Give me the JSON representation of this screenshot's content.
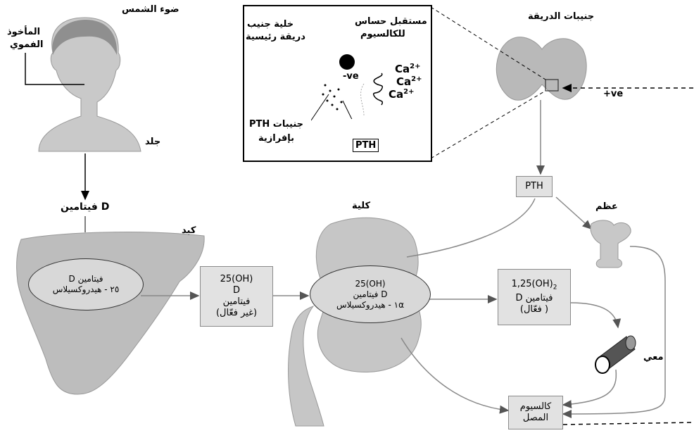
{
  "labels": {
    "sunlight": "ضوء الشمس",
    "oral_intake_1": "المأخوذ",
    "oral_intake_2": "الفموي",
    "skin": "جلد",
    "vitamin_d": "فيتامين D",
    "liver": "كبد",
    "kidney": "كلية",
    "parathyroid": "جنيبات الدريقة",
    "plus_ve": "+ve",
    "bone": "عظم",
    "intestine": "معي",
    "pth_box": "PTH"
  },
  "inset": {
    "chief_cell_1": "خلية جنيب",
    "chief_cell_2": "دريقة رئيسية",
    "receptor_1": "مستقبل حساس",
    "receptor_2": "للكالسيوم",
    "minus_ve": "-ve",
    "ca1": "Ca",
    "ca2": "Ca",
    "ca3": "Ca",
    "ca_charge": "2+",
    "pth_granules_1": "جنيبات PTH",
    "pth_granules_2": "بإفرازية",
    "pth_out": "PTH"
  },
  "liver_oval": {
    "line1": "فيتامين D",
    "line2": "٢٥ - هيدروكسيلاس"
  },
  "inactive_box": {
    "line1": "25(OH)",
    "line2": "D",
    "line3": "فيتامين",
    "line4": "(غير فعّال)"
  },
  "kidney_oval": {
    "line1": "25(OH)",
    "line2": "D فيتامين",
    "line3": "١α - هيدروكسيلاس"
  },
  "active_box": {
    "line1": "1,25(OH)",
    "line1_sub": "2",
    "line2": "فيتامين D",
    "line3": "( فعّال)"
  },
  "serum_calcium": {
    "line1": "كالسيوم",
    "line2": "المصل"
  }
}
